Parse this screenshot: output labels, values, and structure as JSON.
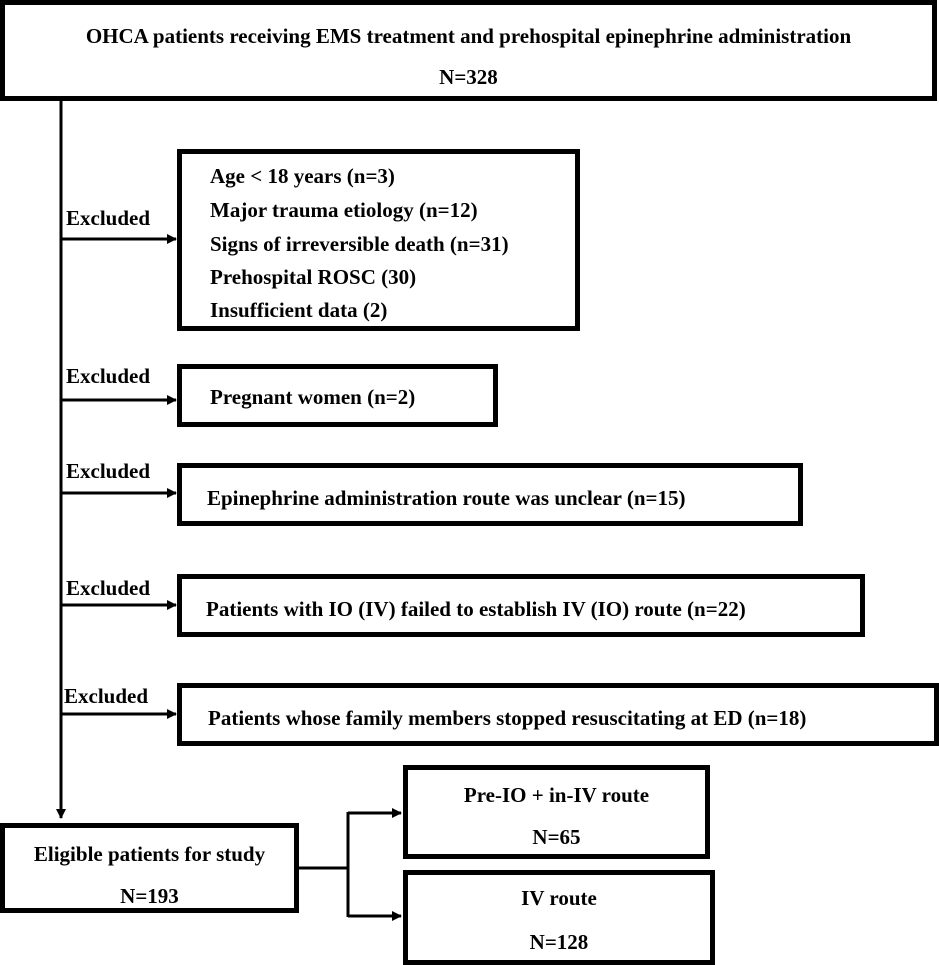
{
  "top": {
    "title": "OHCA patients receiving EMS treatment and prehospital epinephrine administration",
    "count": "N=328"
  },
  "exclusions": [
    {
      "label": "Excluded",
      "lines": [
        "Age < 18 years (n=3)",
        "Major trauma etiology (n=12)",
        "Signs of irreversible death (n=31)",
        "Prehospital ROSC (30)",
        "Insufficient data (2)"
      ]
    },
    {
      "label": "Excluded",
      "lines": [
        "Pregnant women (n=2)"
      ]
    },
    {
      "label": "Excluded",
      "lines": [
        "Epinephrine administration route was unclear (n=15)"
      ]
    },
    {
      "label": "Excluded",
      "lines": [
        "Patients with IO (IV) failed to establish IV (IO) route (n=22)"
      ]
    },
    {
      "label": "Excluded",
      "lines": [
        "Patients whose family members stopped resuscitating at ED (n=18)"
      ]
    }
  ],
  "eligible": {
    "title": "Eligible patients for study",
    "count": "N=193"
  },
  "groups": [
    {
      "title": "Pre-IO + in-IV route",
      "count": "N=65"
    },
    {
      "title": "IV route",
      "count": "N=128"
    }
  ]
}
